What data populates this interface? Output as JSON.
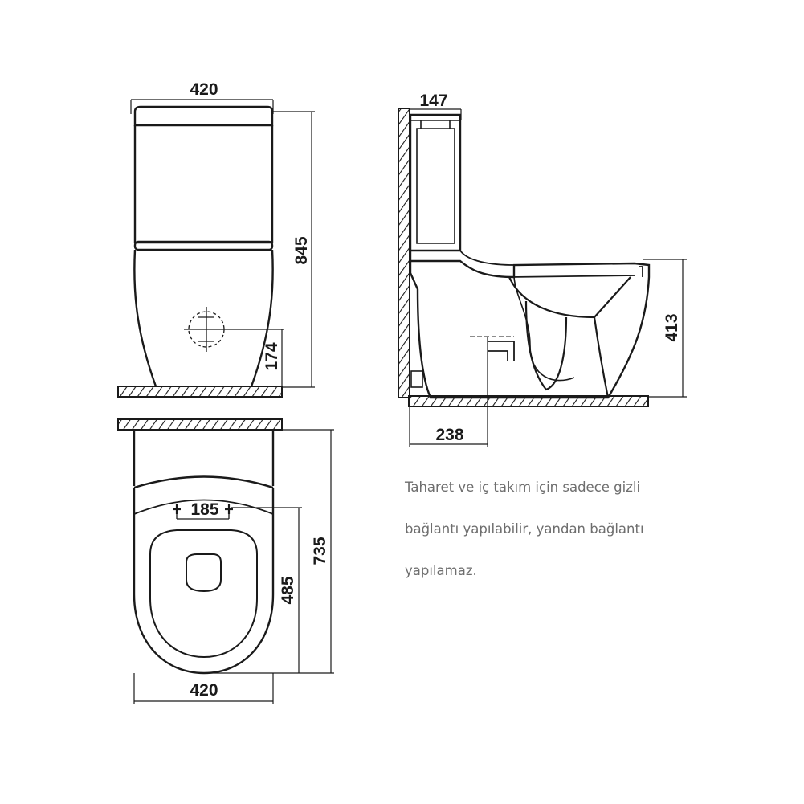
{
  "colors": {
    "ink": "#1a1a1a",
    "note_text": "#6e6e6e",
    "background": "#ffffff"
  },
  "dimensions": {
    "front_width": "420",
    "front_height": "845",
    "front_inlet_height": "174",
    "side_tank_depth": "147",
    "side_seat_height": "413",
    "side_outlet_distance": "238",
    "top_fixing_spacing": "185",
    "top_length": "735",
    "top_bowl_length": "485",
    "top_width": "420"
  },
  "note": {
    "lines": [
      "Taharet ve iç takım için sadece gizli",
      "bağlantı yapılabilir, yandan bağlantı",
      "yapılamaz."
    ]
  }
}
